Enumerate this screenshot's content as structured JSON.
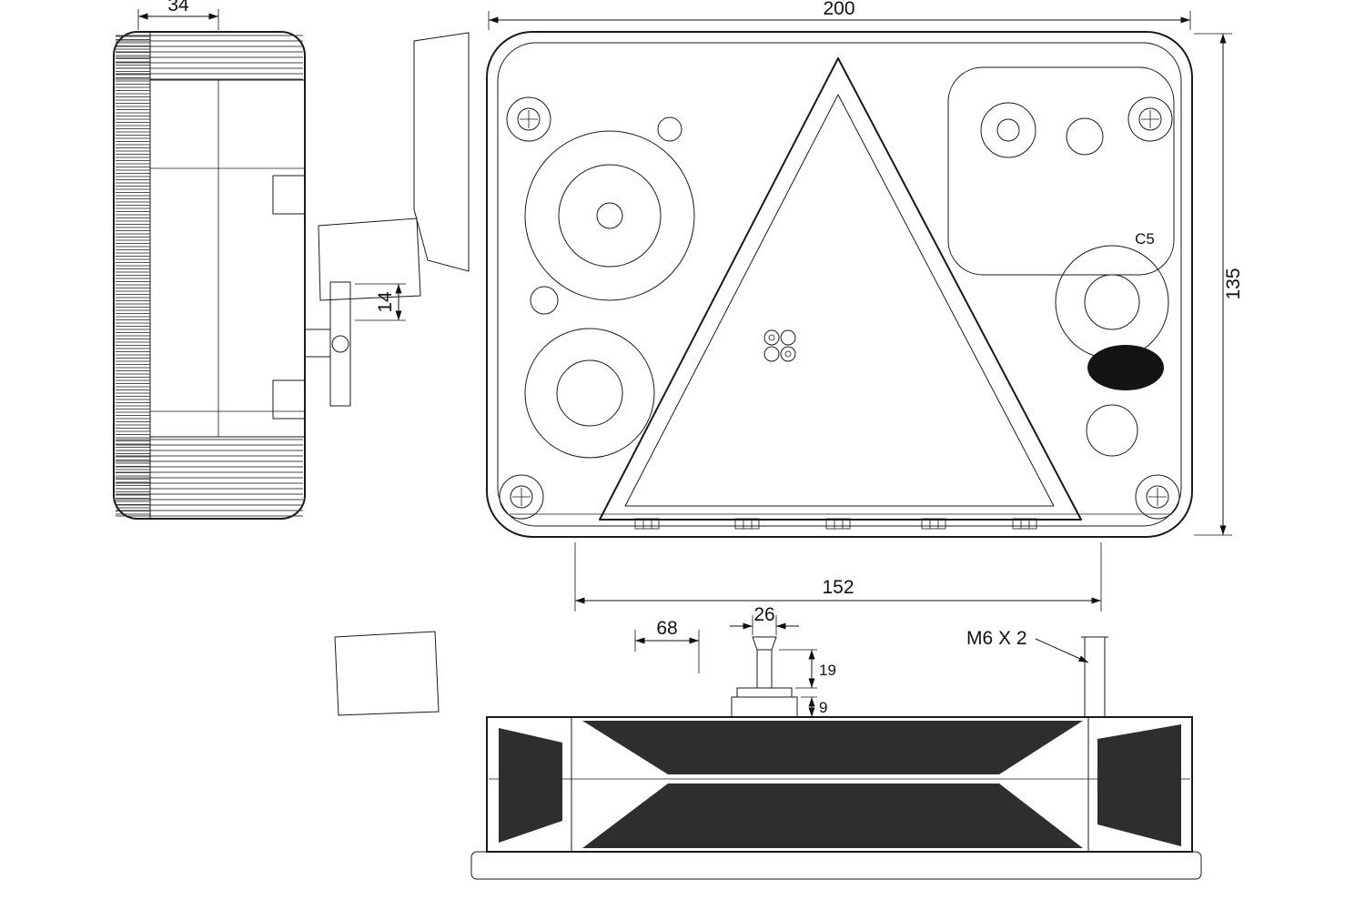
{
  "colors": {
    "line": "#1a1a1a",
    "background": "#ffffff",
    "dark_fill": "#2e2e2e"
  },
  "drawing": {
    "marking": {
      "approval": "C5"
    },
    "dimensions": {
      "overall_width": "200",
      "overall_height": "135",
      "fixing_centres": "152",
      "depth": "34",
      "bracket_width": "14",
      "stud_offset": "68",
      "stud_head_width": "26",
      "stud_thread": "M6 X 2",
      "stud_length": "19",
      "stud_base": "9"
    }
  }
}
